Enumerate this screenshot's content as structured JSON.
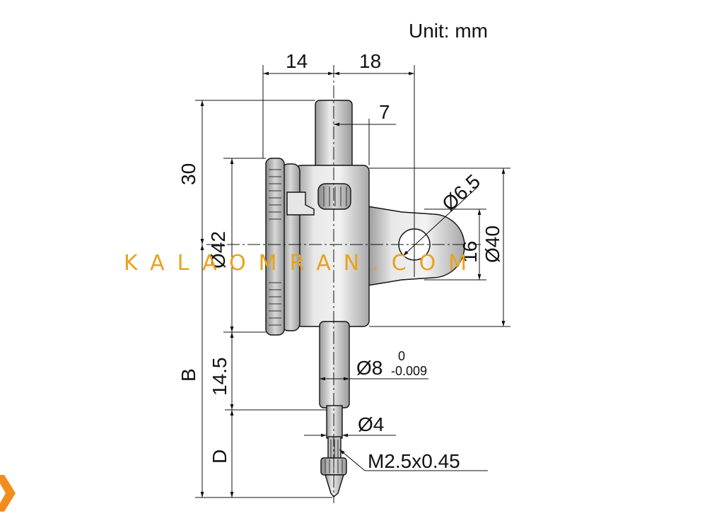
{
  "unit_label": "Unit: mm",
  "dimensions": {
    "top_left_width": "14",
    "top_right_width": "18",
    "plunger_offset": "7",
    "plunger_top_height": "30",
    "bezel_diameter": "Ø42",
    "lug_hole_diameter": "Ø6.5",
    "lug_center_height": "16",
    "body_diameter": "Ø40",
    "stem_length": "14.5",
    "stem_diameter": "Ø8",
    "stem_tol_upper": "0",
    "stem_tol_lower": "-0.009",
    "spindle_diameter": "Ø4",
    "overall_B": "B",
    "tip_D": "D",
    "thread_spec": "M2.5x0.45"
  },
  "watermark": "KALAOMRAN.COM",
  "colors": {
    "line": "#111111",
    "body_fill": "#d4d4d4",
    "watermark": "#E8A21E",
    "logo": "#F28C1C"
  }
}
